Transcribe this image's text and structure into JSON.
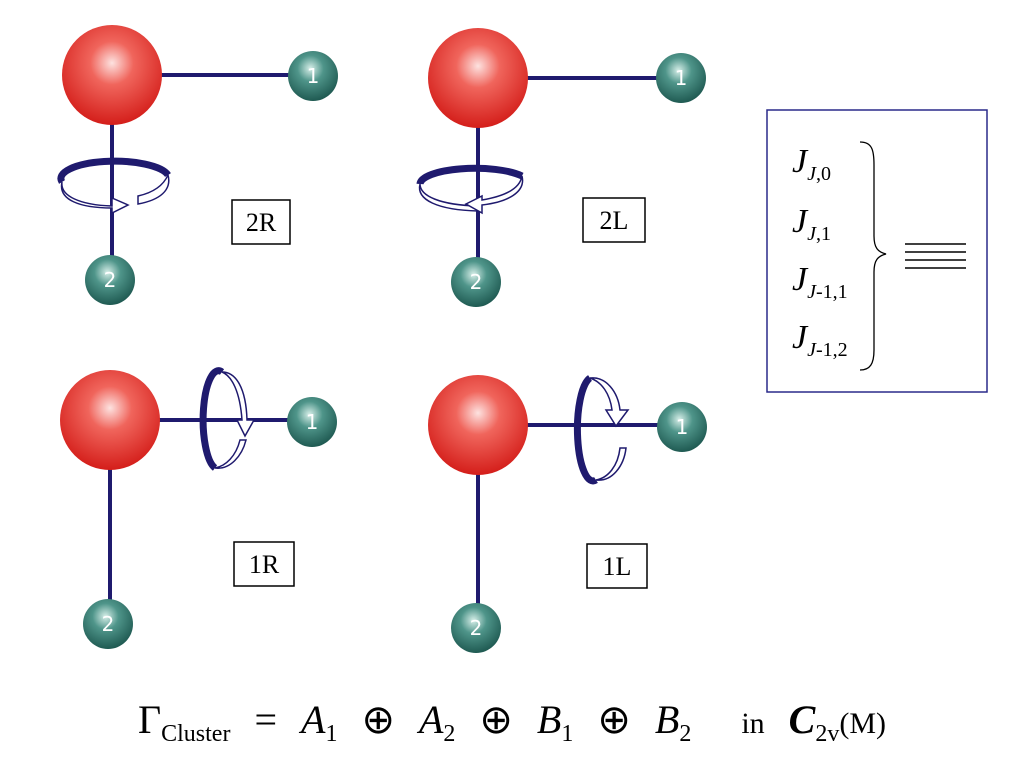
{
  "molecules": [
    {
      "id": "2R",
      "label": "2R",
      "atom1": "1",
      "atom2": "2"
    },
    {
      "id": "2L",
      "label": "2L",
      "atom1": "1",
      "atom2": "2"
    },
    {
      "id": "1R",
      "label": "1R",
      "atom1": "1",
      "atom2": "2"
    },
    {
      "id": "1L",
      "label": "1L",
      "atom1": "1",
      "atom2": "2"
    }
  ],
  "levels_box": {
    "terms": [
      {
        "main": "J",
        "sub_a": "J",
        "sub_b": ",0"
      },
      {
        "main": "J",
        "sub_a": "J",
        "sub_b": ",1"
      },
      {
        "main": "J",
        "sub_a": "J",
        "sub_b": "-1,1"
      },
      {
        "main": "J",
        "sub_a": "J",
        "sub_b": "-1,2"
      }
    ],
    "level_lines": 4
  },
  "formula": {
    "gamma": "Γ",
    "gamma_sub": "Cluster",
    "equals": "=",
    "terms": [
      {
        "sym": "A",
        "sub": "1"
      },
      {
        "sym": "A",
        "sub": "2"
      },
      {
        "sym": "B",
        "sub": "1"
      },
      {
        "sym": "B",
        "sub": "2"
      }
    ],
    "oplus": "⊕",
    "in_word": "in",
    "group": "C",
    "group_sub": "2v",
    "group_suffix": "(M)"
  },
  "colors": {
    "oxygen": "#e0261f",
    "hydrogen": "#2e6e64",
    "bond": "#1f1a6e",
    "box_border": "#2a2a8a"
  }
}
